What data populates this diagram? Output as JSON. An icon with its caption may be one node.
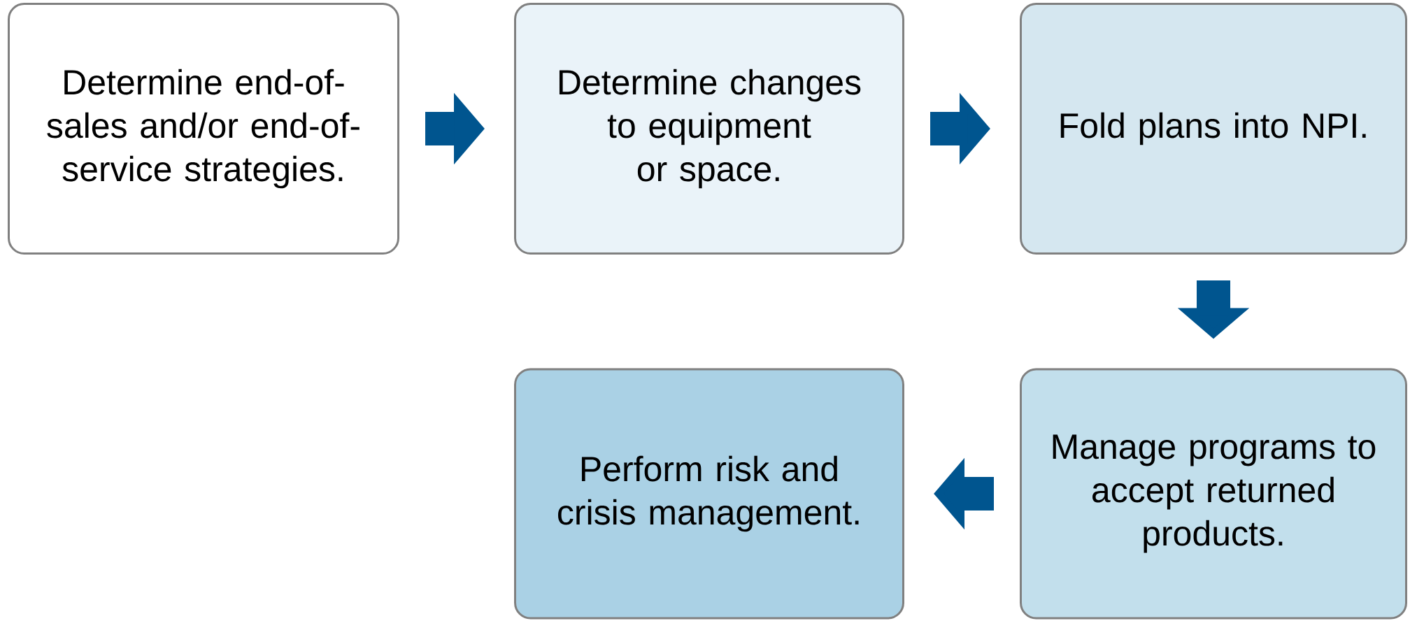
{
  "diagram": {
    "nodes": [
      {
        "text": [
          "Determine end-of-sales and/or end-of-service strategies."
        ]
      },
      {
        "text": [
          "Determine changes to equipment or space."
        ]
      },
      {
        "text": [
          "Fold plans into NPI."
        ]
      },
      {
        "text": [
          "Manage programs to accept returned products."
        ]
      },
      {
        "text": [
          "Perform risk and crisis management."
        ]
      }
    ],
    "edges": [
      {
        "from": 0,
        "to": 1,
        "arrow": "to"
      },
      {
        "from": 1,
        "to": 2,
        "arrow": "to"
      },
      {
        "from": 2,
        "to": 3,
        "arrow": "to"
      },
      {
        "from": 3,
        "to": 4,
        "arrow": "to"
      }
    ]
  }
}
